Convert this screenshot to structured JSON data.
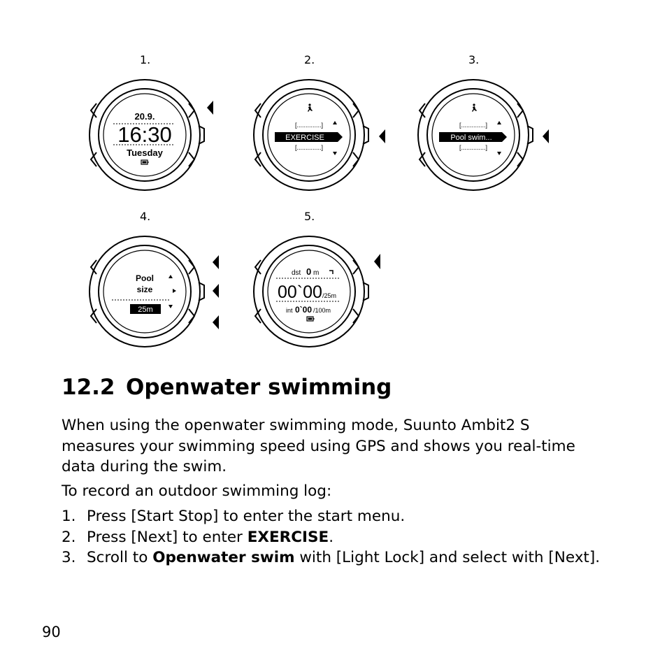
{
  "steps": [
    {
      "number": "1.",
      "screen": {
        "date": "20.9.",
        "time": "16:30",
        "day": "Tuesday"
      }
    },
    {
      "number": "2.",
      "screen": {
        "menu_prev": "[..............]",
        "menu_selected": "EXERCISE",
        "menu_next": "[..............]"
      }
    },
    {
      "number": "3.",
      "screen": {
        "menu_prev": "[..............]",
        "menu_selected": "Pool swim...",
        "menu_next": "[..............]"
      }
    },
    {
      "number": "4.",
      "screen": {
        "line1": "Pool",
        "line2": "size",
        "value": "25m"
      }
    },
    {
      "number": "5.",
      "screen": {
        "dst_label": "dst",
        "dst_value": "0",
        "dst_unit": "m",
        "time_main": "00`00",
        "time_unit": "/25m",
        "int_label": "int",
        "int_value": "0`00",
        "int_unit": "/100m"
      }
    }
  ],
  "section": {
    "number": "12.2",
    "title": "Openwater swimming"
  },
  "intro": "When using the openwater swimming mode, Suunto Ambit2 S measures your swimming speed using GPS and shows you real-time data during the swim.",
  "lead": "To record an outdoor swimming log:",
  "instructions": [
    {
      "n": "1.",
      "parts": [
        {
          "t": "Press [Start Stop] to enter the start menu.",
          "b": false
        }
      ]
    },
    {
      "n": "2.",
      "parts": [
        {
          "t": "Press [Next] to enter ",
          "b": false
        },
        {
          "t": "EXERCISE",
          "b": true
        },
        {
          "t": ".",
          "b": false
        }
      ]
    },
    {
      "n": "3.",
      "parts": [
        {
          "t": "Scroll to ",
          "b": false
        },
        {
          "t": "Openwater swim",
          "b": true
        },
        {
          "t": " with [Light Lock] and select with [Next].",
          "b": false
        }
      ]
    }
  ],
  "page_number": "90"
}
